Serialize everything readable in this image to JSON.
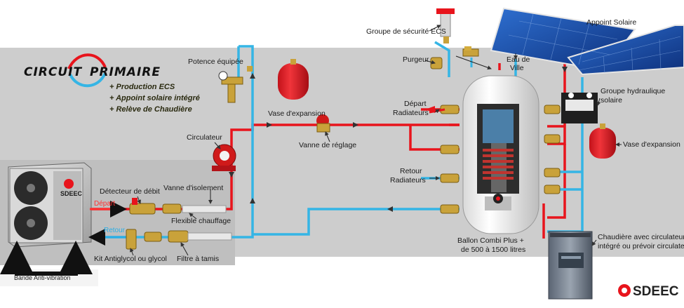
{
  "logo": {
    "part1": "CIRCUIT",
    "part2": "PRIMAIRE"
  },
  "features": [
    "+ Production ECS",
    "+ Appoint solaire intégré",
    "+ Relève de Chaudière"
  ],
  "labels": {
    "potence": "Potence équipée",
    "vase_expansion_left": "Vase d'expansion",
    "circulateur": "Circulateur",
    "vanne_reglage": "Vanne de réglage",
    "detecteur": "Détecteur de débit",
    "vanne_isolement": "Vanne d'isolement",
    "flexible": "Flexible chauffage",
    "kit_antiglycol": "Kit Antiglycol ou glycol",
    "filtre": "Filtre à tamis",
    "bande": "Bande Anti-vibration",
    "depart_flow": "Départ",
    "retour_flow": "Retour",
    "groupe_securite": "Groupe de sécurité ECS",
    "purgeur": "Purgeur",
    "eau_ville_1": "Eau de",
    "eau_ville_2": "Ville",
    "depart_rad_1": "Départ",
    "depart_rad_2": "Radiateurs",
    "retour_rad_1": "Retour",
    "retour_rad_2": "Radiateurs",
    "ballon_1": "Ballon Combi Plus +",
    "ballon_2": "de 500 à 1500 litres",
    "appoint_solaire": "Appoint Solaire",
    "groupe_hydro_1": "Groupe hydraulique",
    "groupe_hydro_2": "solaire",
    "vase_expansion_right": "Vase d'expansion",
    "chaudiere_1": "Chaudière avec circulateur",
    "chaudiere_2": "intégré ou prévoir circulateur",
    "brand": "SDEEC",
    "heat_pump_brand": "SDEEC"
  },
  "colors": {
    "supply_red": "#e8141c",
    "return_blue": "#35b5e5",
    "band_grey": "#cfcfcf",
    "brass": "#c9a23a"
  }
}
